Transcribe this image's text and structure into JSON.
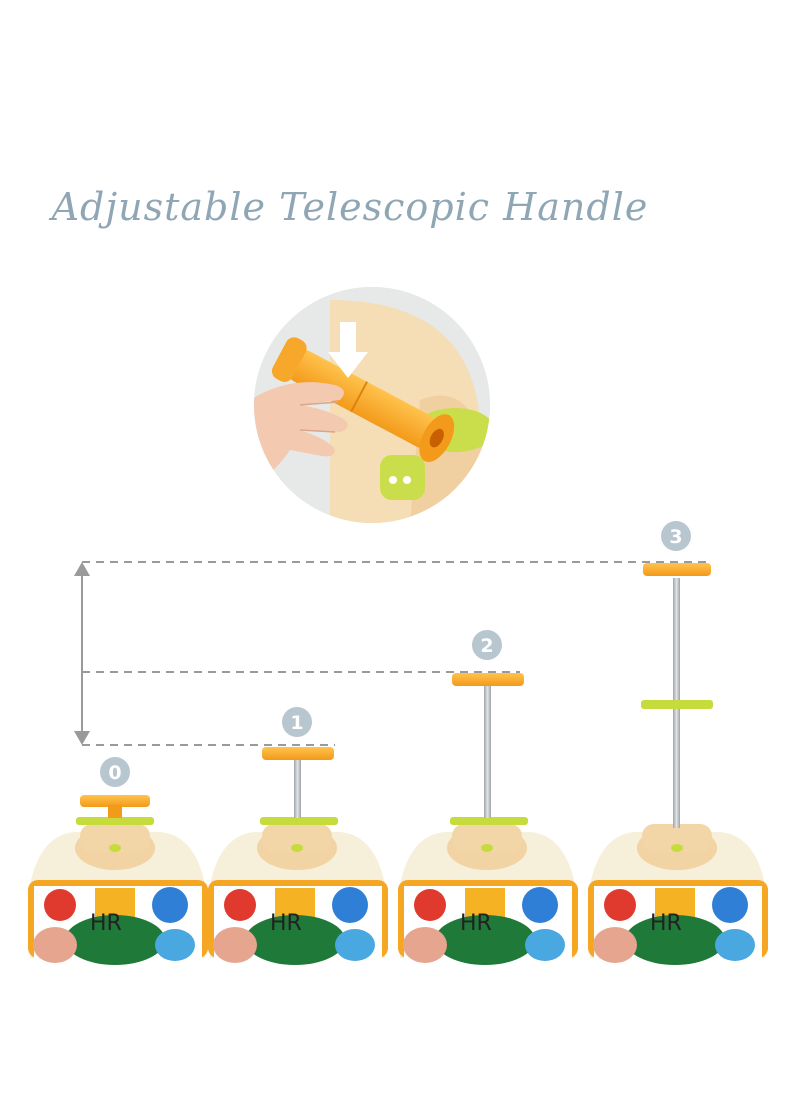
{
  "title": "Adjustable Telescopic Handle",
  "positions": [
    {
      "label": "0"
    },
    {
      "label": "1"
    },
    {
      "label": "2"
    },
    {
      "label": "3"
    }
  ],
  "colors": {
    "title": "#8fa6b5",
    "badge": "#b8c6cf",
    "handle": "#f5a623",
    "lime": "#c6dc3c",
    "pole": "#b8bcc0",
    "dashed": "#9a9a9a",
    "body": "#f6efd9"
  }
}
